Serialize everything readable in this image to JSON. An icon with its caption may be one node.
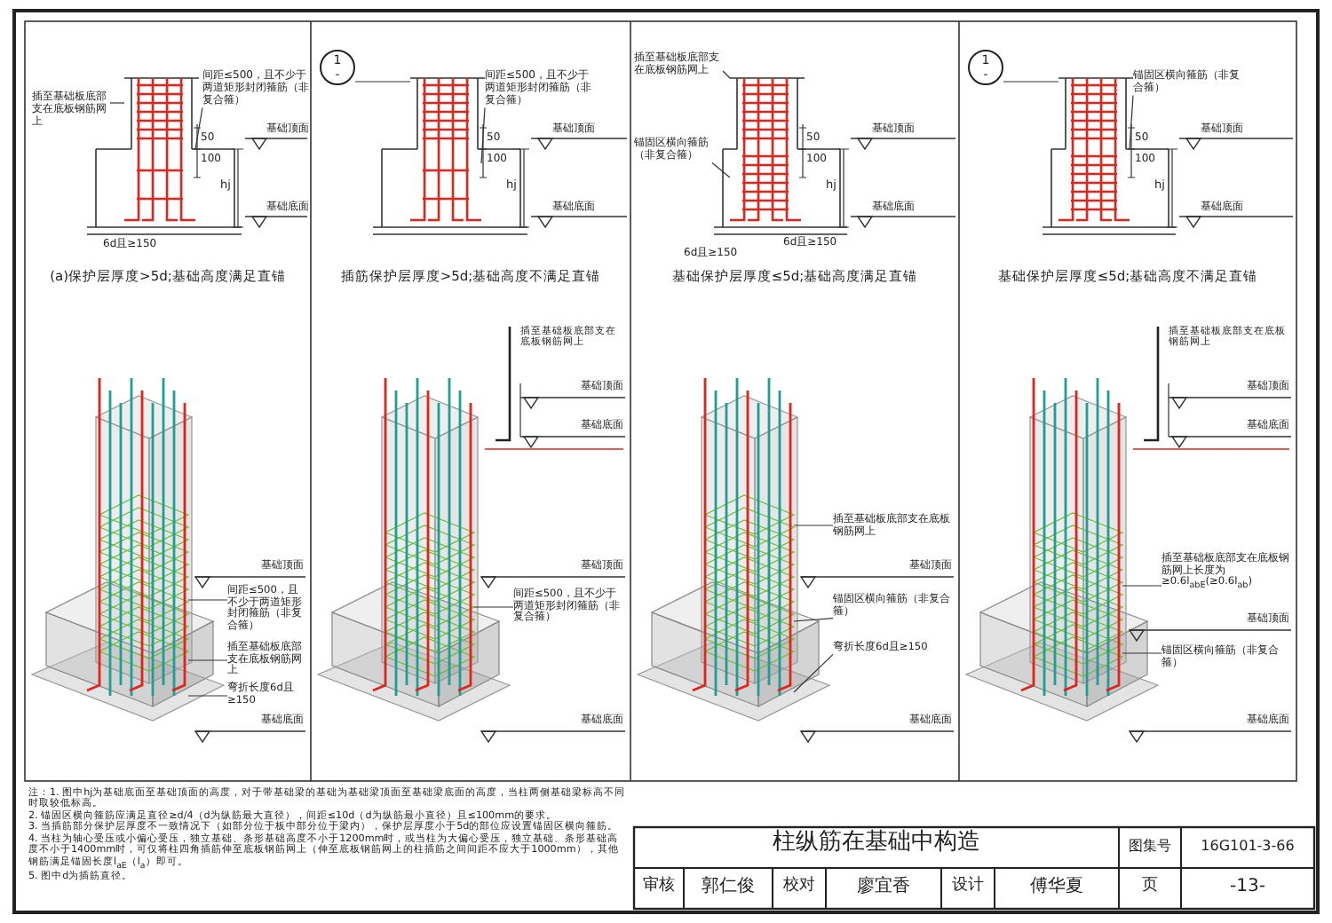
{
  "diagram": {
    "title": "柱纵筋在基础中构造",
    "nodes": [
      {
        "text": [
          "插至基础板底部支在底板钢筋网上"
        ]
      },
      {
        "text": [
          "间距≤500，且不少于两道矩形封闭箍筋（非复合箍）"
        ]
      },
      {
        "text": [
          "1",
          "-"
        ]
      },
      {
        "text": [
          "间距≤500，且不少于两道矩形封闭箍筋（非复合箍）"
        ]
      },
      {
        "text": [
          "插至基础板底部支在底板钢筋网上"
        ]
      },
      {
        "text": [
          "锚固区横向箍筋（非复合箍）"
        ]
      },
      {
        "text": [
          "1",
          "-"
        ]
      },
      {
        "text": [
          "锚固区横向箍筋（非复合箍）"
        ]
      },
      {
        "text": [
          "间距≤500，且不少于两道矩形封闭箍筋（非复合箍）"
        ]
      },
      {
        "text": [
          "插至基础板底部支在底板钢筋网上"
        ]
      },
      {
        "text": [
          "弯折长度6d且≥150"
        ]
      },
      {
        "text": [
          "间距≤500，且不少于两道矩形封闭箍筋（非复合箍）"
        ]
      },
      {
        "text": [
          "插至基础板底部支在底板钢筋网上"
        ]
      },
      {
        "text": [
          "锚固区横向箍筋（非复合箍）"
        ]
      },
      {
        "text": [
          "弯折长度6d且≥150"
        ]
      },
      {
        "text": [
          "插至基础板底部支在底板钢筋网上长度为≥0.6l$_{abE}$(≥0.6l$_{ab}$)"
        ]
      },
      {
        "text": [
          "锚固区横向箍筋（非复合箍）"
        ]
      },
      {
        "text": [],
        "shape": "picture"
      },
      {
        "text": [],
        "shape": "picture"
      },
      {
        "text": [],
        "shape": "picture"
      },
      {
        "text": [],
        "shape": "picture"
      },
      {
        "text": [],
        "shape": "picture"
      },
      {
        "text": [],
        "shape": "picture"
      },
      {
        "text": [],
        "shape": "picture"
      },
      {
        "text": [],
        "shape": "picture"
      }
    ],
    "edges": [
      {
        "from": 0,
        "to": 17,
        "arrow": "none"
      },
      {
        "from": 1,
        "to": 17,
        "arrow": "none"
      },
      {
        "from": 2,
        "to": 18,
        "arrow": "none"
      },
      {
        "from": 3,
        "to": 18,
        "arrow": "none"
      },
      {
        "from": 4,
        "to": 19,
        "arrow": "none"
      },
      {
        "from": 5,
        "to": 19,
        "arrow": "none"
      },
      {
        "from": 6,
        "to": 20,
        "arrow": "none"
      },
      {
        "from": 7,
        "to": 20,
        "arrow": "none"
      },
      {
        "from": 8,
        "to": 21,
        "arrow": "none"
      },
      {
        "from": 9,
        "to": 21,
        "arrow": "none"
      },
      {
        "from": 10,
        "to": 21,
        "arrow": "none"
      },
      {
        "from": 11,
        "to": 22,
        "arrow": "none"
      },
      {
        "from": 12,
        "to": 23,
        "arrow": "none"
      },
      {
        "from": 13,
        "to": 23,
        "arrow": "none"
      },
      {
        "from": 14,
        "to": 23,
        "arrow": "none"
      },
      {
        "from": 15,
        "to": 24,
        "arrow": "none"
      },
      {
        "from": 16,
        "to": 24,
        "arrow": "none"
      }
    ],
    "labels": [
      "100",
      "50",
      "hj",
      "基础顶面",
      "基础底面",
      "6d且≥150",
      "(a)保护层厚度>5d;基础高度满足直锚",
      "100",
      "50",
      "hj",
      "基础顶面",
      "基础底面",
      "插筋保护层厚度>5d;基础高度不满足直锚",
      "100",
      "50",
      "hj",
      "基础顶面",
      "基础底面",
      "6d且≥150",
      "6d且≥150",
      "基础保护层厚度≤5d;基础高度满足直锚",
      "100",
      "50",
      "hj",
      "基础顶面",
      "基础底面",
      "基础保护层厚度≤5d;基础高度不满足直锚",
      "基础顶面",
      "基础底面",
      "插至基础板底部支在底板钢筋网上",
      "基础顶面",
      "基础底面",
      "基础顶面",
      "基础底面",
      "基础顶面",
      "基础底面",
      "插至基础板底部支在底板钢筋网上",
      "基础顶面",
      "基础底面",
      "基础顶面",
      "基础底面",
      "注：1. 图中hj为基础底面至基础顶面的高度，对于带基础梁的基础为基础梁顶面至基础梁底面的高度，当柱两侧基础梁标高不同时取较低标高。",
      "2. 锚固区横向箍筋应满足直径≥d/4（d为纵筋最大直径），间距≤10d（d为纵筋最小直径）且≤100mm的要求。",
      "3. 当插筋部分保护层厚度不一致情况下（如部分位于板中部分位于梁内），保护层厚度小于5d的部位应设置锚固区横向箍筋。",
      "4. 当柱为轴心受压或小偏心受压，独立基础、条形基础高度不小于1200mm时，或当柱为大偏心受压，独立基础、条形基础高度不小于1400mm时，可仅将柱四角插筋伸至底板钢筋网上（伸至底板钢筋网上的柱插筋之间间距不应大于1000mm），其他钢筋满足锚固长度l$_{aE}$（l$_{a}$）即可。",
      "5. 图中d为插筋直径。",
      "图集号",
      "16G101-3-66",
      "审核",
      "郭仁俊",
      "校对",
      "廖宜香",
      "设计",
      "傅华夏",
      "页",
      "-13-"
    ]
  }
}
